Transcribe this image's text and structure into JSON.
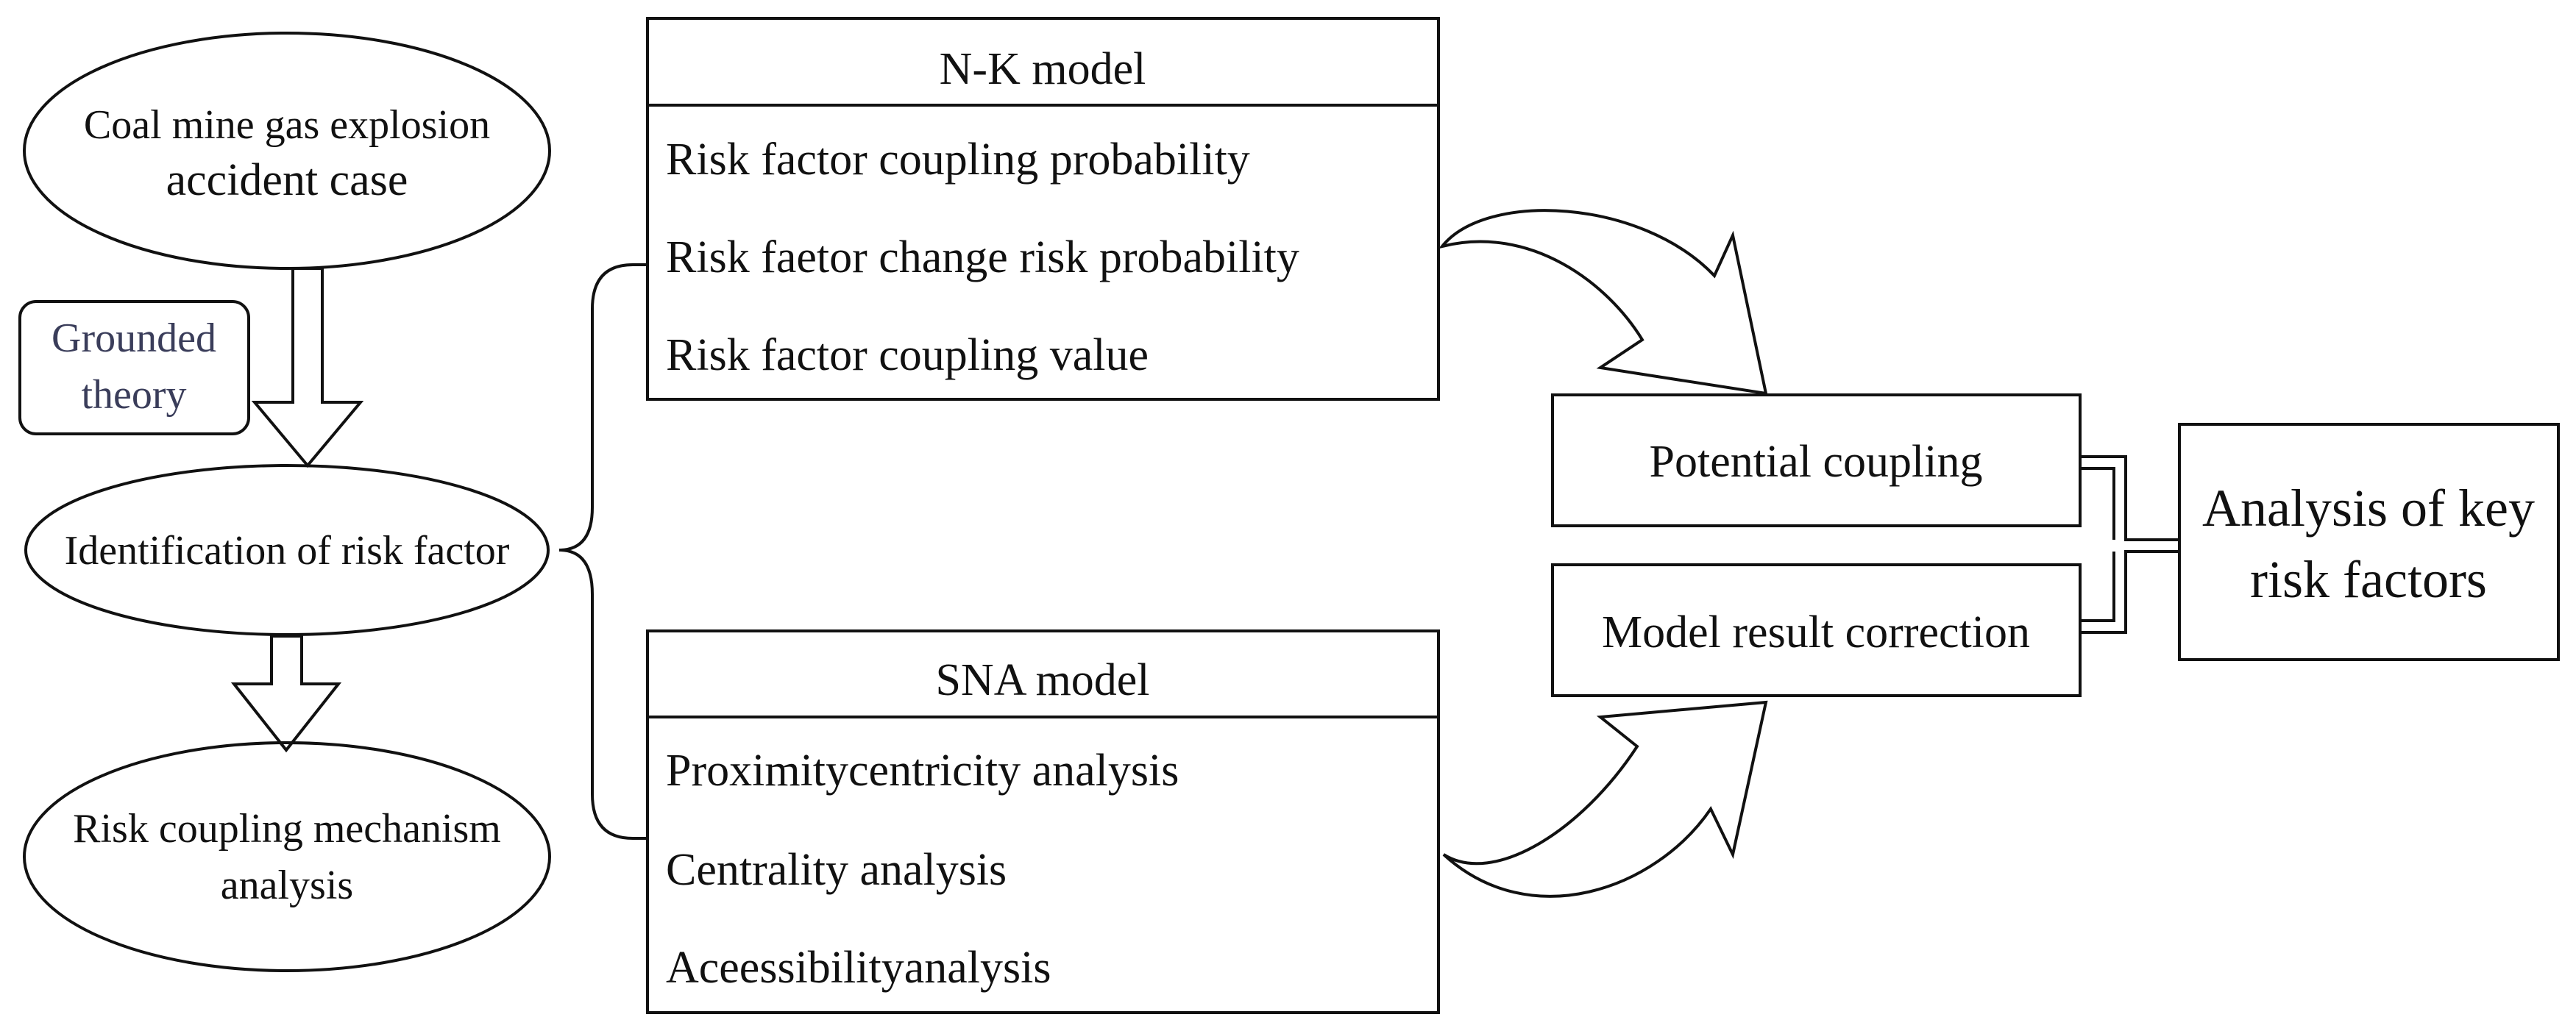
{
  "left_column": {
    "source_ellipse": {
      "line1": "Coal mine gas explosion",
      "line2": "accident case"
    },
    "grounded_theory": {
      "line1": "Grounded",
      "line2": "theory"
    },
    "identification_ellipse": {
      "label": "Identification of risk factor"
    },
    "mechanism_ellipse": {
      "line1": "Risk coupling mechanism",
      "line2": "analysis"
    }
  },
  "nk_model": {
    "title": "N-K model",
    "items": [
      "Risk factor coupling probability",
      "Risk faetor change risk probability",
      "Risk factor coupling value"
    ]
  },
  "sna_model": {
    "title": "SNA model",
    "items": [
      "Proximitycentricity analysis",
      "Centrality analysis",
      "Aceessibilityanalysis"
    ]
  },
  "results": {
    "potential": "Potential coupling",
    "correction": "Model result correction"
  },
  "final": {
    "line1": "Analysis of key",
    "line2": "risk factors"
  },
  "colors": {
    "stroke": "#111111",
    "background": "#ffffff",
    "grounded_text": "#3a3d5a"
  }
}
